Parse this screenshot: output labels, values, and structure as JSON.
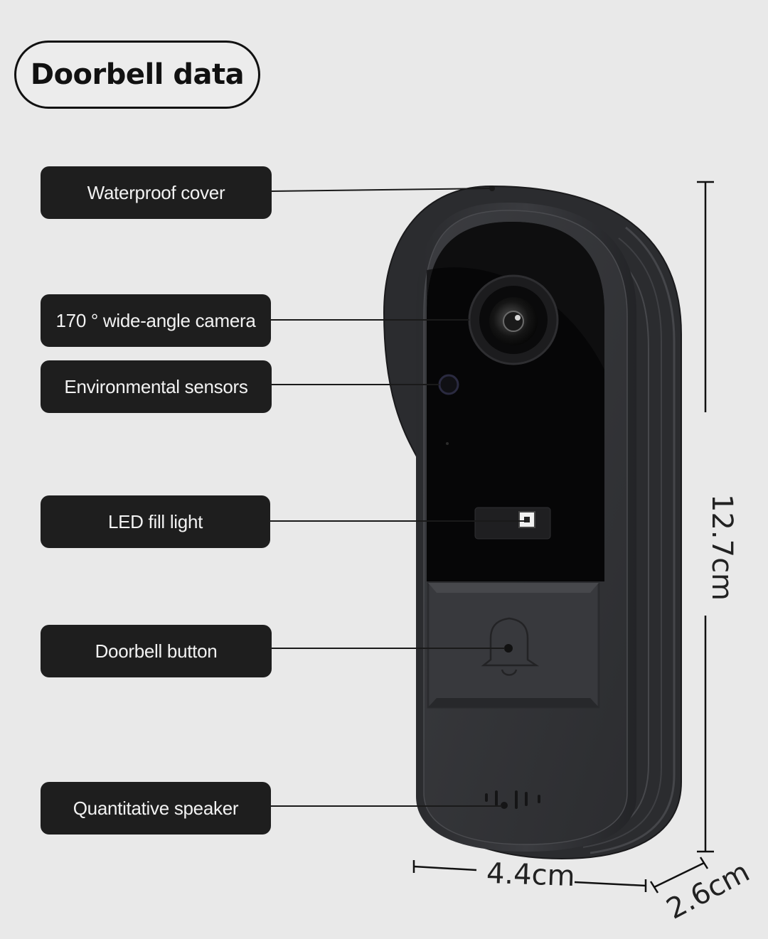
{
  "title": "Doorbell data",
  "labels": {
    "waterproof_cover": "Waterproof cover",
    "camera": "170 ° wide-angle camera",
    "sensors": "Environmental sensors",
    "led": "LED fill light",
    "button": "Doorbell button",
    "speaker": "Quantitative speaker"
  },
  "dimensions": {
    "height": "12.7cm",
    "width": "4.4cm",
    "depth": "2.6cm"
  }
}
